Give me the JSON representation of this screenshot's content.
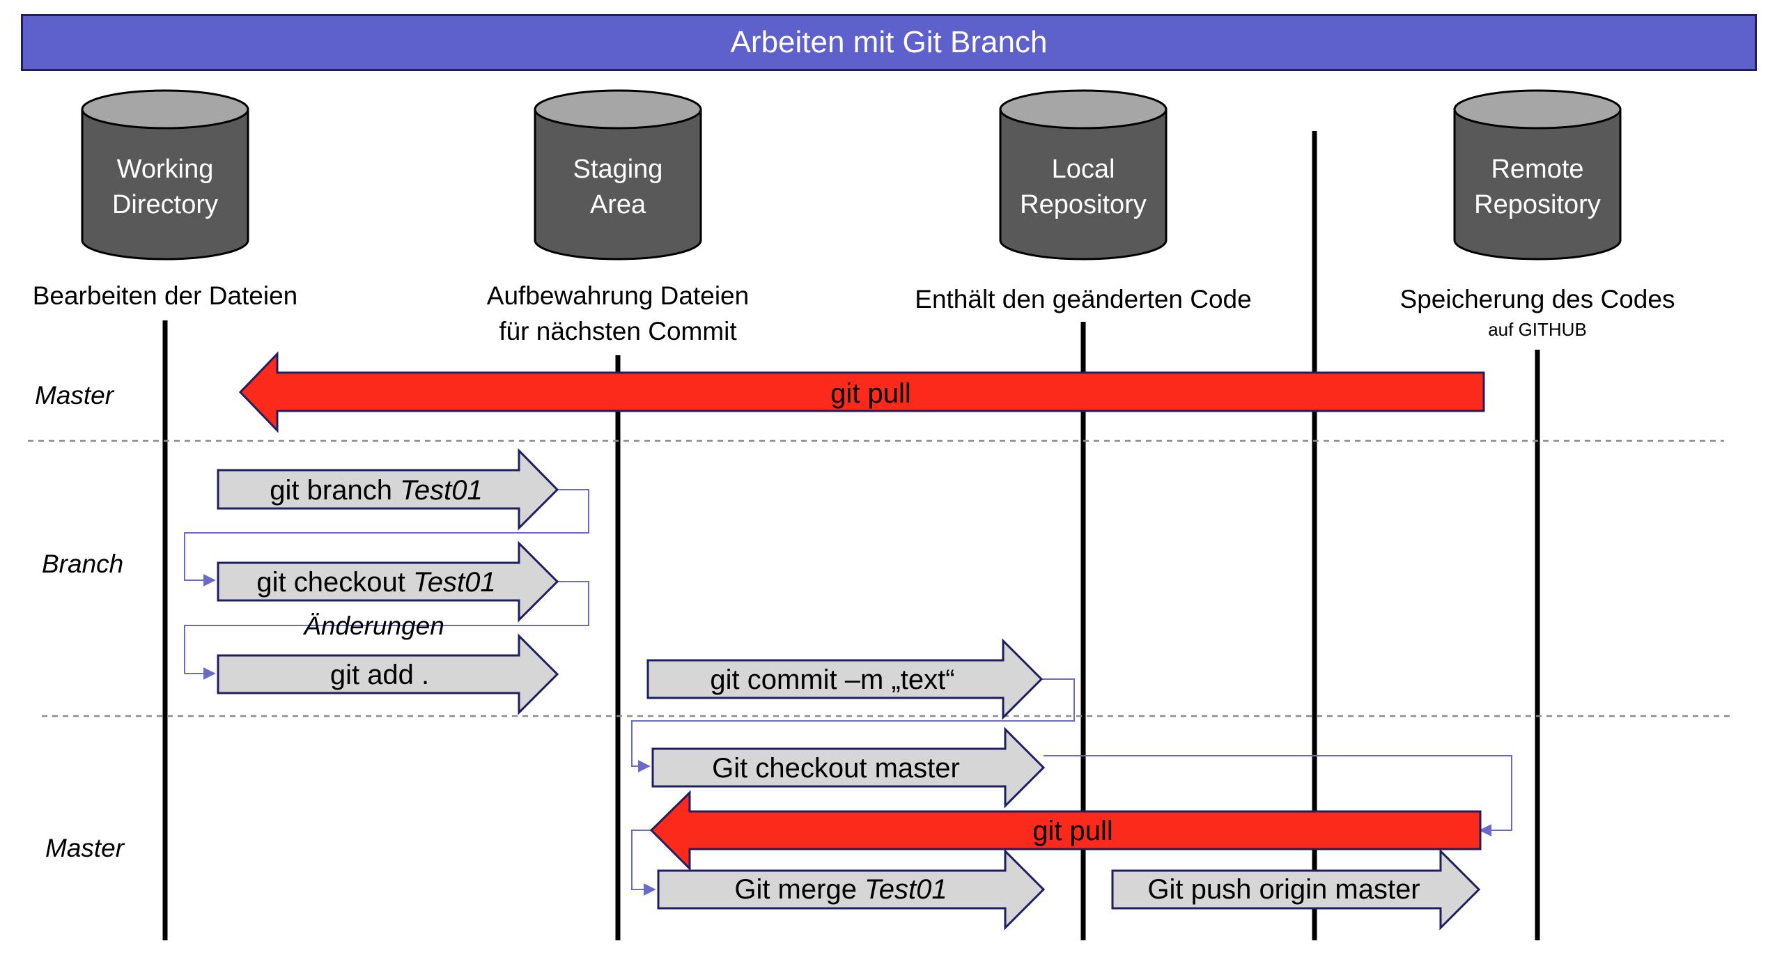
{
  "title": "Arbeiten mit Git Branch",
  "stores": [
    {
      "line1": "Working",
      "line2": "Directory",
      "desc1": "Bearbeiten der Dateien",
      "desc2": "",
      "note": ""
    },
    {
      "line1": "Staging",
      "line2": "Area",
      "desc1": "Aufbewahrung Dateien",
      "desc2": "für nächsten Commit",
      "note": ""
    },
    {
      "line1": "Local",
      "line2": "Repository",
      "desc1": "Enthält den geänderten Code",
      "desc2": "",
      "note": ""
    },
    {
      "line1": "Remote",
      "line2": "Repository",
      "desc1": "Speicherung des Codes",
      "desc2": "",
      "note": "auf GITHUB"
    }
  ],
  "sections": {
    "master_top": "Master",
    "branch": "Branch",
    "master_bottom": "Master"
  },
  "annotation": "Änderungen",
  "arrows": {
    "pull_top": "git pull",
    "branch": {
      "prefix": "git branch ",
      "italic": "Test01"
    },
    "checkout_branch": {
      "prefix": "git checkout ",
      "italic": "Test01"
    },
    "add": "git add .",
    "commit": "git commit –m „text“",
    "checkout_master": "Git checkout master",
    "pull_bottom": "git pull",
    "merge": {
      "prefix": "Git merge ",
      "italic": "Test01"
    },
    "push": "Git push origin master"
  },
  "colors": {
    "title_bg": "#5e60cb",
    "cylinder": "#595959",
    "cylinder_top": "#a6a6a6",
    "pull_arrow": "#fb2a1b",
    "command_arrow": "#d6d6d6",
    "connector": "#6a6acb"
  }
}
